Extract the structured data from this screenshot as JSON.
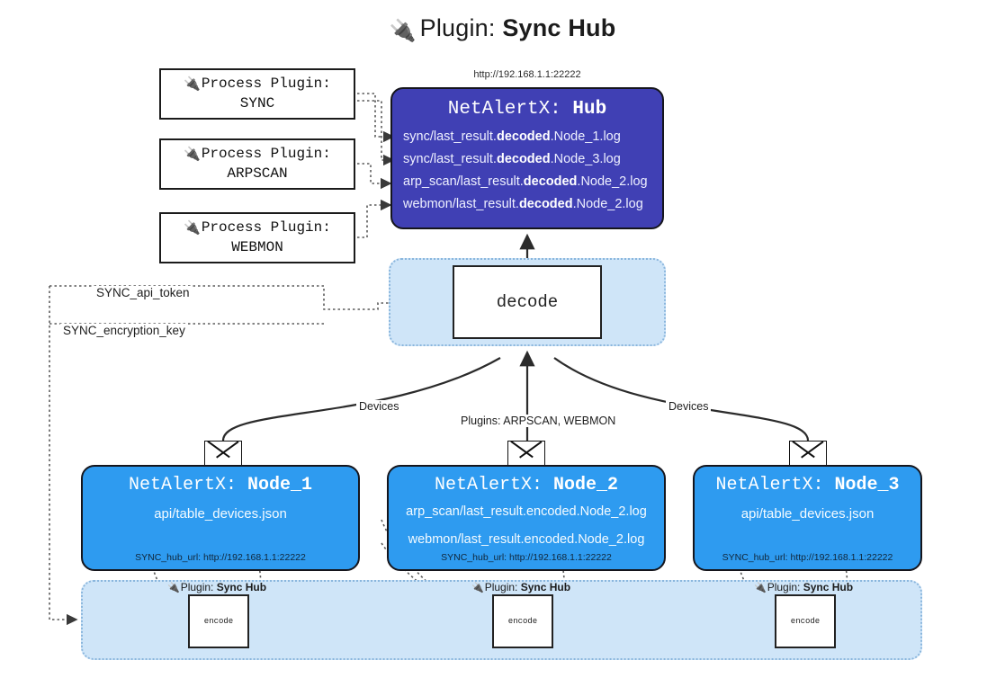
{
  "page": {
    "title_prefix": "Plugin:",
    "title_name": "Sync Hub",
    "plug_icon": "🔌"
  },
  "hub": {
    "url": "http://192.168.1.1:22222",
    "title_prefix": "NetAlertX:",
    "title_name": "Hub",
    "log_lines": [
      {
        "pre": "sync/last_result.",
        "bold": "decoded",
        "post": ".Node_1.log"
      },
      {
        "pre": "sync/last_result.",
        "bold": "decoded",
        "post": ".Node_3.log"
      },
      {
        "pre": "arp_scan/last_result.",
        "bold": "decoded",
        "post": ".Node_2.log"
      },
      {
        "pre": "webmon/last_result.",
        "bold": "decoded",
        "post": ".Node_2.log"
      }
    ]
  },
  "process_plugins": [
    {
      "header": "Process Plugin:",
      "name": "SYNC"
    },
    {
      "header": "Process Plugin:",
      "name": "ARPSCAN"
    },
    {
      "header": "Process Plugin:",
      "name": "WEBMON"
    }
  ],
  "decode": {
    "label": "decode"
  },
  "encode": {
    "label": "encode"
  },
  "settings_labels": {
    "api_token": "SYNC_api_token",
    "encryption_key": "SYNC_encryption_key"
  },
  "edge_labels": {
    "devices_left": "Devices",
    "devices_right": "Devices",
    "plugins_center": "Plugins: ARPSCAN, WEBMON"
  },
  "plugin_tag": {
    "prefix": "Plugin:",
    "name": "Sync Hub"
  },
  "nodes": [
    {
      "title_prefix": "NetAlertX:",
      "title_name": "Node_1",
      "payloads": [
        "api/table_devices.json"
      ],
      "footer": "SYNC_hub_url: http://192.168.1.1:22222"
    },
    {
      "title_prefix": "NetAlertX:",
      "title_name": "Node_2",
      "payloads": [
        "arp_scan/last_result.encoded.Node_2.log",
        "webmon/last_result.encoded.Node_2.log"
      ],
      "footer": "SYNC_hub_url: http://192.168.1.1:22222"
    },
    {
      "title_prefix": "NetAlertX:",
      "title_name": "Node_3",
      "payloads": [
        "api/table_devices.json"
      ],
      "footer": "SYNC_hub_url: http://192.168.1.1:22222"
    }
  ],
  "colors": {
    "hub_fill": "#4040b4",
    "node_fill": "#2e9bf0",
    "container_fill": "#cfe5f8",
    "stroke": "#15151c"
  }
}
